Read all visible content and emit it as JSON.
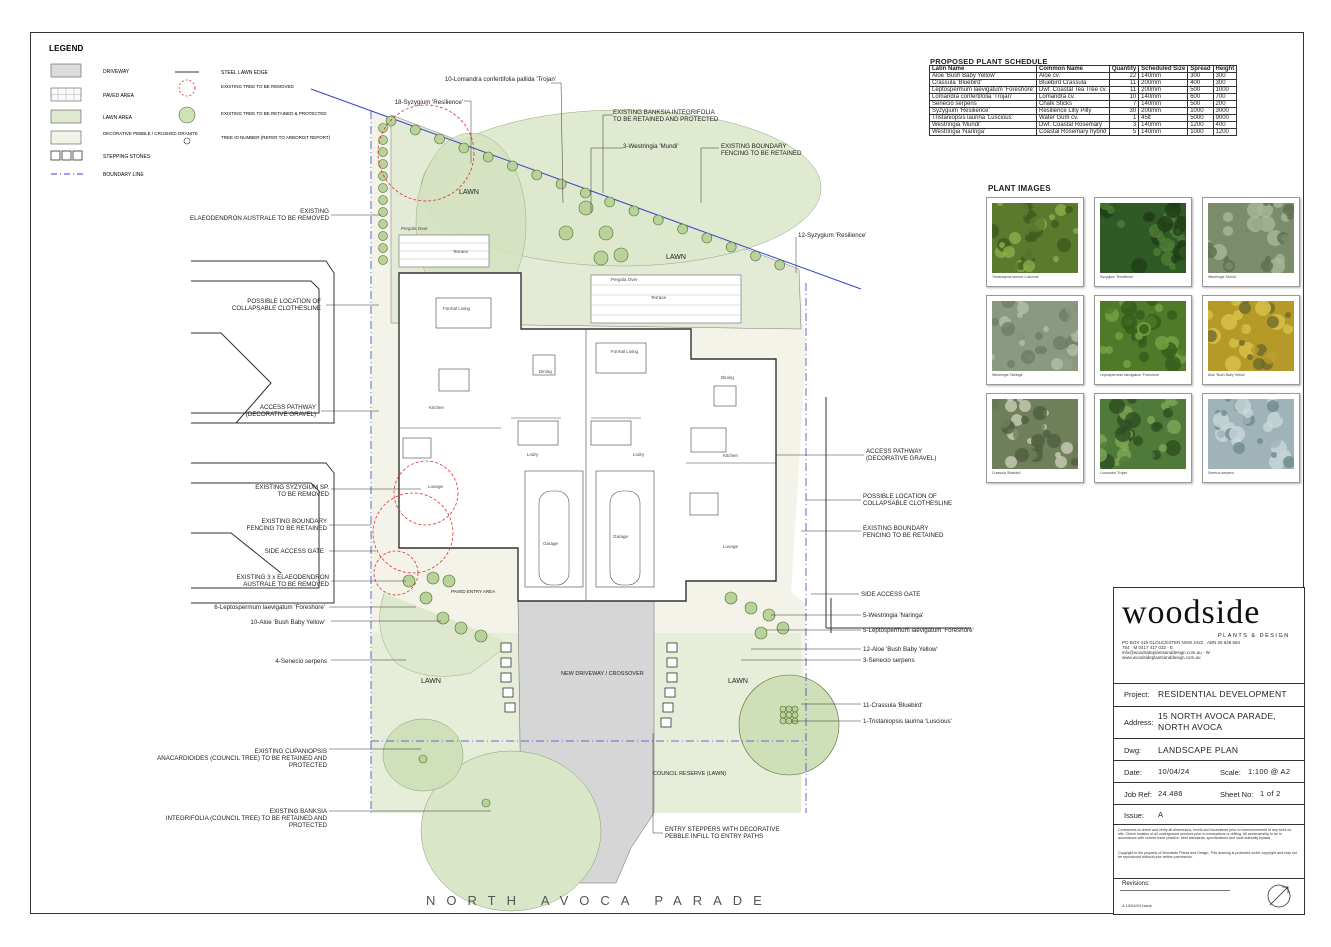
{
  "legend": {
    "title": "LEGEND",
    "items": [
      {
        "label": "DRIVEWAY"
      },
      {
        "label": "PAVED AREA"
      },
      {
        "label": "LAWN AREA"
      },
      {
        "label": "DECORATIVE PEBBLE / CRUSHED GRANITE"
      },
      {
        "label": "STEPPING STONES"
      },
      {
        "label": "BOUNDARY LINE"
      },
      {
        "label": "STEEL LAWN EDGE"
      },
      {
        "label": "EXISTING TREE TO BE REMOVED"
      },
      {
        "label": "EXISTING TREE TO BE RETAINED & PROTECTED"
      },
      {
        "label": "TREE ID NUMBER (REFER TO ARBORIST REPORT)"
      }
    ]
  },
  "schedule": {
    "title": "PROPOSED PLANT SCHEDULE",
    "columns": [
      "Latin Name",
      "Common Name",
      "Quantity",
      "Scheduled Size",
      "Spread",
      "Height"
    ],
    "rows": [
      [
        "Aloe 'Bush Baby Yellow'",
        "Aloe cv.",
        "22",
        "140mm",
        "300",
        "300"
      ],
      [
        "Crassula 'Bluebird'",
        "Bluebird Crassula",
        "11",
        "200mm",
        "400",
        "300"
      ],
      [
        "Leptospermum laevigatum 'Foreshore'",
        "Dwf. Coastal Tea Tree cv.",
        "11",
        "200mm",
        "500",
        "1000"
      ],
      [
        "Lomandra confertifolia 'Trojan'",
        "Lomandra cv.",
        "10",
        "140mm",
        "600",
        "700"
      ],
      [
        "Senecio serpens",
        "Chalk Sticks",
        "7",
        "140mm",
        "500",
        "200"
      ],
      [
        "Syzygium 'Resilience'",
        "Resilience Lilly Pilly",
        "30",
        "200mm",
        "1000",
        "3000"
      ],
      [
        "Tristaniopsis laurina 'Luscious'",
        "Water Gum cv.",
        "1",
        "45lt",
        "5000",
        "9000"
      ],
      [
        "Westringia 'Mundi'",
        "Dwf. Coastal Rosemary",
        "3",
        "140mm",
        "1200",
        "400"
      ],
      [
        "Westringia 'Naringa'",
        "Coastal Rosemary hybrid",
        "5",
        "140mm",
        "1000",
        "1200"
      ]
    ]
  },
  "plant_images": {
    "title": "PLANT IMAGES",
    "captions": [
      "Tristaniopsis laurina 'Luscious'",
      "Syzygium 'Resilience'",
      "Westringia 'Mundi'",
      "Westringia 'Naringa'",
      "Leptospermum laevigatum 'Foreshore'",
      "Aloe 'Bush Baby Yellow'",
      "Crassula 'Bluebird'",
      "Lomandra 'Trojan'",
      "Senecio serpens"
    ]
  },
  "plan": {
    "labels": {
      "lawn_top": "LAWN",
      "lawn_top2": "LAWN",
      "lawn_bl": "LAWN",
      "lawn_br": "LAWN",
      "driveway": "NEW DRIVEWAY / CROSSOVER",
      "council_reserve": "COUNCIL RESERVE (LAWN)",
      "paved_entry": "PAVED ENTRY AREA",
      "formal_living_l": "Formal Living",
      "formal_living_r": "Formal Living",
      "dining_l": "Dining",
      "dining_r": "Dining",
      "kitchen_l": "Kitchen",
      "kitchen_r": "Kitchen",
      "lounge_l": "Lounge",
      "lounge_r": "Lounge",
      "garage_l": "Garage",
      "garage_r": "Garage",
      "laundry_l": "Lndry",
      "laundry_r": "Lndry",
      "pergola_l": "Pergola Over",
      "pergola_r": "Pergola Over",
      "terrace_l": "Terrace",
      "terrace_r": "Terrace",
      "street": "NORTH AVOCA PARADE"
    },
    "callouts_left": [
      "10-Lomandra confertifolia pallida 'Trojan'",
      "18-Syzygium 'Resilience'",
      "EXISTING ELAEODENDRON AUSTRALE TO BE REMOVED",
      "POSSIBLE LOCATION OF COLLAPSABLE CLOTHESLINE",
      "ACCESS PATHWAY (DECORATIVE GRAVEL)",
      "EXISTING SYZYGIUM SP. TO BE REMOVED",
      "EXISTING BOUNDARY FENCING TO BE RETAINED",
      "SIDE ACCESS GATE",
      "EXISTING 3 x ELAEODENDRON AUSTRALE TO BE REMOVED",
      "6-Leptospermum laevigatum 'Foreshore'",
      "10-Aloe 'Bush Baby Yellow'",
      "4-Senecio serpens",
      "EXISTING CUPANIOPSIS ANACARDIOIDES (COUNCIL TREE) TO BE RETAINED AND PROTECTED",
      "EXISTING BANKSIA INTEGRIFOLIA (COUNCIL TREE) TO BE RETAINED AND PROTECTED"
    ],
    "callouts_right": [
      "EXISTING BANKSIA INTEGRIFOLIA TO BE RETAINED AND PROTECTED",
      "3-Westringia 'Mundi'",
      "EXISTING BOUNDARY FENCING TO BE RETAINED",
      "12-Syzygium 'Resilience'",
      "ACCESS PATHWAY (DECORATIVE GRAVEL)",
      "POSSIBLE LOCATION OF COLLAPSABLE CLOTHESLINE",
      "EXISTING BOUNDARY FENCING TO BE RETAINED",
      "SIDE ACCESS GATE",
      "5-Westringia 'Naringa'",
      "5-Leptospermum laevigatum 'Foreshore'",
      "12-Aloe 'Bush Baby Yellow'",
      "3-Senecio serpens",
      "11-Crassula 'Bluebird'",
      "1-Tristaniopsis laurina 'Luscious'",
      "ENTRY STEPPERS WITH DECORATIVE PEBBLE INFILL TO ENTRY PATHS"
    ]
  },
  "title_block": {
    "brand": "woodside",
    "brand_sub": "PLANTS & DESIGN",
    "contact": "PO BOX 419 GLOUCESTER NSW 2422 · ABN 26 648 684 754 · M 0417 417 032 · E info@woodsideplantsanddesign.com.au · W www.woodsideplantsanddesign.com.au",
    "project_label": "Project:",
    "project": "RESIDENTIAL DEVELOPMENT",
    "address_label": "Address:",
    "address_1": "15 NORTH AVOCA PARADE,",
    "address_2": "NORTH AVOCA",
    "dwg_label": "Dwg:",
    "dwg": "LANDSCAPE PLAN",
    "date_label": "Date:",
    "date": "10/04/24",
    "scale_label": "Scale:",
    "scale": "1:100 @ A2",
    "job_label": "Job Ref:",
    "job": "24.486",
    "sheet_label": "Sheet No:",
    "sheet": "1 of 2",
    "issue_label": "Issue:",
    "issue": "A",
    "note": "Contractors to check and verify all dimensions, levels and boundaries prior to commencement of any work on site. Check location of all underground services prior to excavations or drilling. All workmanship to be in accordance with current trade practice, best standards, specifications and local authority bylaws.",
    "copyright": "Copyright in the property of Woodside Plants and Design. This drawing is protected under copyright and may not be reproduced without prior written permission.",
    "revisions_label": "Revisions:",
    "revision_1": "A 10/04/24 Issue"
  }
}
